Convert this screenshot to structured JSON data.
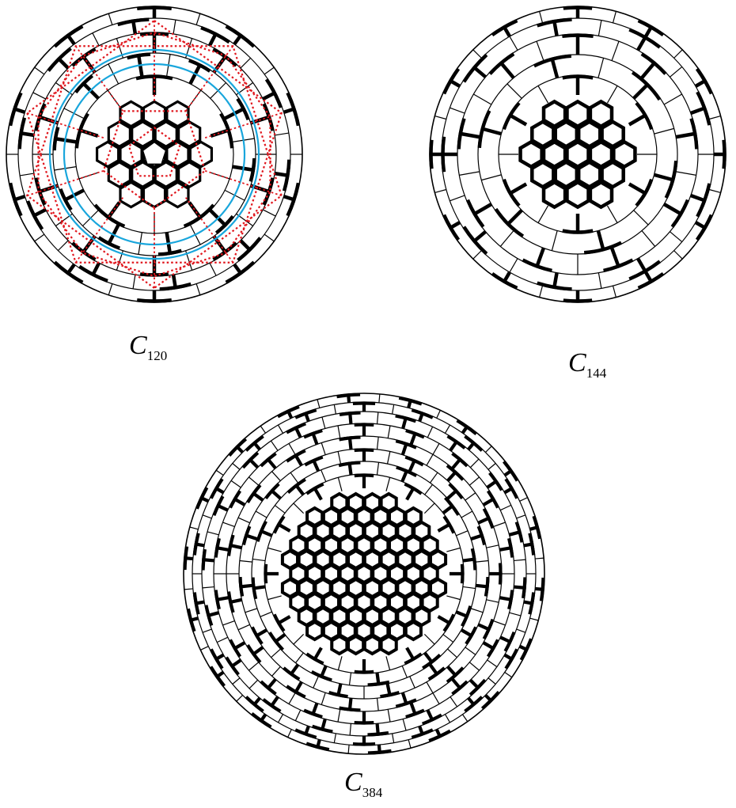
{
  "figures": [
    {
      "id": "c120",
      "caption": {
        "symbol": "C",
        "subscript": "120"
      },
      "core": "pentagon",
      "core_rings": 2,
      "brick_rings": 5,
      "red_overlay": true,
      "blue_ring": true
    },
    {
      "id": "c144",
      "caption": {
        "symbol": "C",
        "subscript": "144"
      },
      "core": "hexagon",
      "core_rings": 2,
      "brick_rings": 5,
      "red_overlay": false,
      "blue_ring": false
    },
    {
      "id": "c384",
      "caption": {
        "symbol": "C",
        "subscript": "384"
      },
      "core": "hexagon",
      "core_rings": 4,
      "brick_rings": 8,
      "red_overlay": false,
      "blue_ring": false
    }
  ],
  "colors": {
    "line": "#000000",
    "red_dotted": "#e0161d",
    "blue": "#19a6dc",
    "background": "#ffffff"
  }
}
